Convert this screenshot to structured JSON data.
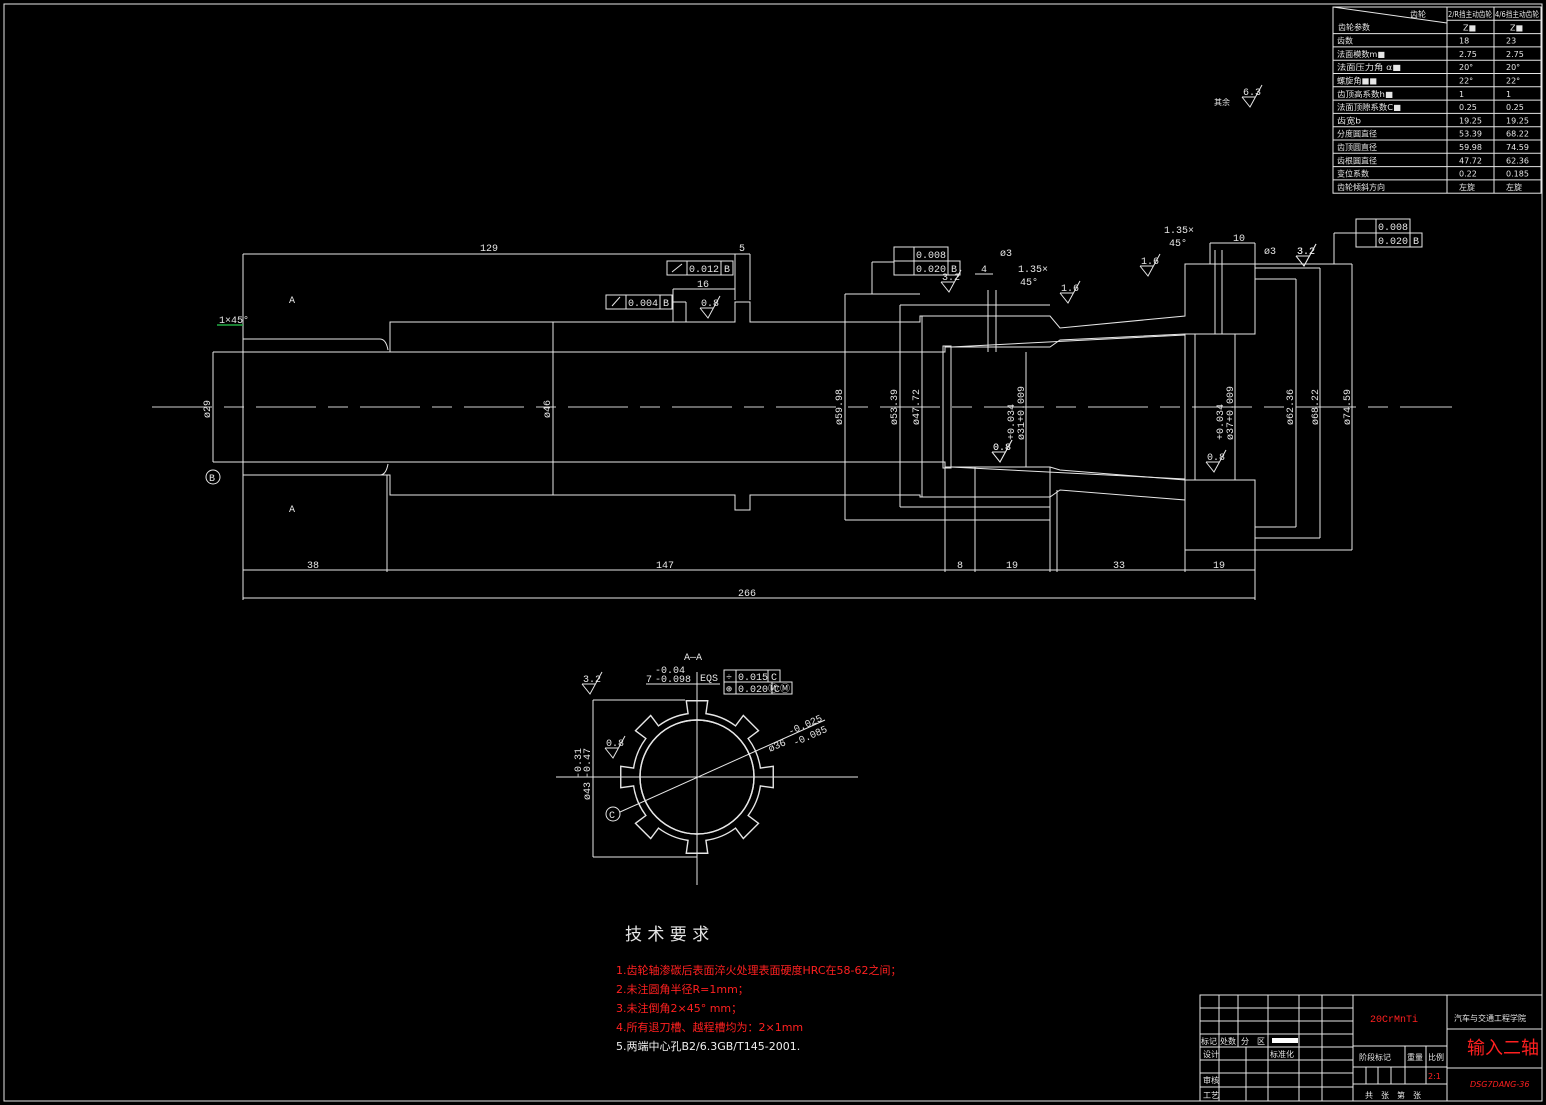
{
  "drawing": {
    "title": "输入二轴",
    "material": "20CrMnTi",
    "institution": "汽车与交通工程学院",
    "drawing_number": "DSG7DANG-36",
    "scale": "2:1",
    "general_roughness_label": "其余",
    "general_roughness_value": "6.3"
  },
  "gear_table": {
    "corner_top": "齿轮",
    "corner_bottom": "齿轮参数",
    "columns": [
      "2/R挡主动齿轮",
      "4/6挡主动齿轮"
    ],
    "symbol_row": [
      "Z■",
      "Z■"
    ],
    "rows": [
      {
        "label": "齿数",
        "values": [
          "18",
          "23"
        ]
      },
      {
        "label": "法面模数m■",
        "values": [
          "2.75",
          "2.75"
        ]
      },
      {
        "label": "法面压力角 α■",
        "values": [
          "20°",
          "20°"
        ]
      },
      {
        "label": "螺旋角■■",
        "values": [
          "22°",
          "22°"
        ]
      },
      {
        "label": "齿顶高系数h■",
        "values": [
          "1",
          "1"
        ]
      },
      {
        "label": "法面顶隙系数C■",
        "values": [
          "0.25",
          "0.25"
        ]
      },
      {
        "label": "齿宽b",
        "values": [
          "19.25",
          "19.25"
        ]
      },
      {
        "label": "分度圆直径",
        "values": [
          "53.39",
          "68.22"
        ]
      },
      {
        "label": "齿顶圆直径",
        "values": [
          "59.98",
          "74.59"
        ]
      },
      {
        "label": "齿根圆直径",
        "values": [
          "47.72",
          "62.36"
        ]
      },
      {
        "label": "变位系数",
        "values": [
          "0.22",
          "0.185"
        ]
      },
      {
        "label": "齿轮倾斜方向",
        "values": [
          "左旋",
          "左旋"
        ]
      }
    ]
  },
  "dimensions": {
    "len_129": "129",
    "len_5": "5",
    "len_16": "16",
    "len_4": "4",
    "len_10": "10",
    "len_38": "38",
    "len_147": "147",
    "len_8": "8",
    "len_19a": "19",
    "len_33": "33",
    "len_19b": "19",
    "len_266": "266",
    "d29": "ø29",
    "d46": "ø46",
    "d5998": "ø59.98",
    "d5339": "ø53.39",
    "d4772": "ø47.72",
    "d31": "ø31+0.009",
    "d31_up": "+0.034",
    "d37": "ø37+0.009",
    "d37_up": "+0.034",
    "d6236": "ø62.36",
    "d6822": "ø68.22",
    "d7459": "ø74.59",
    "hole_a": "ø3",
    "hole_b": "ø3",
    "chamfer_left": "1×45°",
    "chamfer_mid_a": "1.35×",
    "chamfer_mid_b": "45°",
    "chamfer_right_a": "1.35×",
    "chamfer_right_b": "45°",
    "section_mark": "A",
    "datum_b": "B",
    "datum_c": "C"
  },
  "roughness": [
    "0.8",
    "3.2",
    "1.6",
    "3.2",
    "0.8",
    "0.8",
    "3.2",
    "0.8",
    "1.6"
  ],
  "tolerances": {
    "runout_left": {
      "value": "0.012",
      "datum": "B"
    },
    "cyl_left": {
      "value": "0.004",
      "datum": "B"
    },
    "mid_cyl": {
      "value": "0.008"
    },
    "mid_runout": {
      "value": "0.020",
      "datum": "B"
    },
    "right_cyl": {
      "value": "0.008"
    },
    "right_runout": {
      "value": "0.020",
      "datum": "B"
    }
  },
  "section": {
    "title": "A—A",
    "key_width": "7",
    "key_tol_up": "-0.04",
    "key_tol_low": "-0.098",
    "eqs": "EQS",
    "sym_tol": "0.015",
    "sym_datum": "C",
    "pos_tol": "0.020Ⓜ",
    "pos_datum": "CⓂ",
    "inner_dia": "ø36",
    "inner_up": "-0.025",
    "inner_low": "-0.085",
    "outer_dia": "ø43",
    "outer_up": "-0.31",
    "outer_low": "-0.47",
    "roughness_a": "3.2",
    "roughness_b": "0.8"
  },
  "tech_requirements": {
    "title": "技 术 要 求",
    "items": [
      "1.齿轮轴渗碳后表面淬火处理表面硬度HRC在58-62之间；",
      "2.未注圆角半径R=1mm；",
      "3.未注倒角2×45° mm；",
      "4.所有退刀槽、越程槽均为：2×1mm",
      "5.两端中心孔B2/6.3GB/T145-2001."
    ]
  },
  "title_block": {
    "mark": "标记",
    "count": "处数",
    "zone": "分　区",
    "design": "设计",
    "standard": "标准化",
    "review": "审核",
    "process": "工艺",
    "stage": "阶段标记",
    "weight": "重量",
    "scale_label": "比例",
    "sheets": "共　张　第　张"
  }
}
